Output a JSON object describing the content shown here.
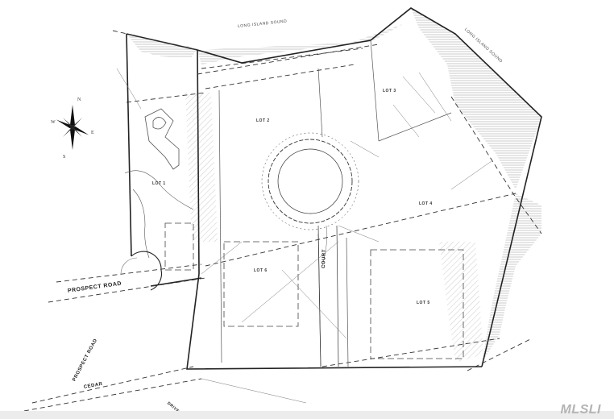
{
  "plan": {
    "type": "subdivision site plan",
    "water_labels": [
      "LONG ISLAND SOUND",
      "LONG ISLAND SOUND"
    ],
    "roads": {
      "prospect_road_upper": "PROSPECT ROAD",
      "prospect_road_lower": "PROSPECT ROAD",
      "cedar": "CEDAR",
      "cedar_drive_stub": "DRIVE",
      "court": "COURT"
    },
    "compass": {
      "n": "N",
      "e": "E",
      "s": "S",
      "w": "W"
    },
    "lots": [
      {
        "label": "LOT 1"
      },
      {
        "label": "LOT 2"
      },
      {
        "label": "LOT 3"
      },
      {
        "label": "LOT 4"
      },
      {
        "label": "LOT 5"
      },
      {
        "label": "LOT 6"
      }
    ],
    "colors": {
      "line": "#222222",
      "hatch": "#9a9a9a",
      "background": "#ffffff",
      "band": "#ececec",
      "watermark": "#b4b4b4"
    }
  },
  "watermark": {
    "text": "MLSLI"
  }
}
